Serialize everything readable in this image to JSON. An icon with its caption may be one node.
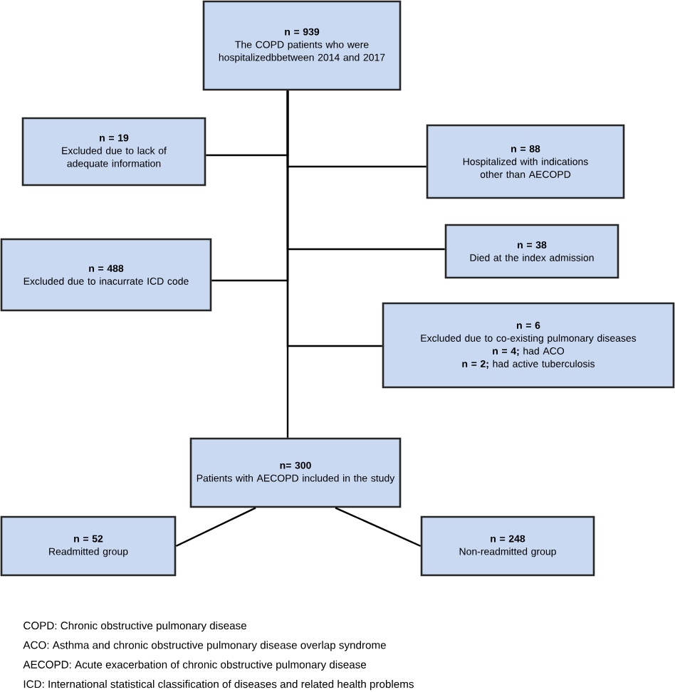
{
  "diagram": {
    "nodes": [
      {
        "text": [
          "n = 939",
          "The COPD patients who were hospitalizedbbetween 2014 and 2017"
        ]
      },
      {
        "text": [
          "n = 19",
          "Excluded due to lack of adequate information"
        ]
      },
      {
        "text": [
          "n = 88",
          "Hospitalized with indications other than AECOPD"
        ]
      },
      {
        "text": [
          "n = 38",
          "Died at the index admission"
        ]
      },
      {
        "text": [
          "n = 488",
          "Excluded due to inacurrate ICD code"
        ]
      },
      {
        "text": [
          "n = 6",
          "Excluded due to  co-existing pulmonary diseases",
          "**n = 4;**  had ACO",
          "**n = 2;**  had active tuberculosis"
        ]
      },
      {
        "text": [
          "n= 300",
          "Patients with AECOPD included in the study"
        ]
      },
      {
        "text": [
          "n = 52",
          "Readmitted group"
        ]
      },
      {
        "text": [
          "n = 248",
          "Non-readmitted group"
        ]
      }
    ],
    "edges": [
      {
        "from": 0,
        "to": 1,
        "arrow": "none"
      },
      {
        "from": 0,
        "to": 2,
        "arrow": "none"
      },
      {
        "from": 0,
        "to": 3,
        "arrow": "none"
      },
      {
        "from": 0,
        "to": 4,
        "arrow": "none"
      },
      {
        "from": 0,
        "to": 5,
        "arrow": "none"
      },
      {
        "from": 0,
        "to": 6,
        "arrow": "none"
      },
      {
        "from": 6,
        "to": 7,
        "arrow": "none"
      },
      {
        "from": 6,
        "to": 8,
        "arrow": "none"
      }
    ],
    "labels": [
      "COPD: Chronic obstructive pulmonary disease",
      "ACO: Asthma and chronic obstructive pulmonary disease overlap syndrome",
      "AECOPD: Acute exacerbation of chronic obstructive pulmonary disease",
      "ICD: International statistical classification of diseases and related health problems"
    ]
  }
}
